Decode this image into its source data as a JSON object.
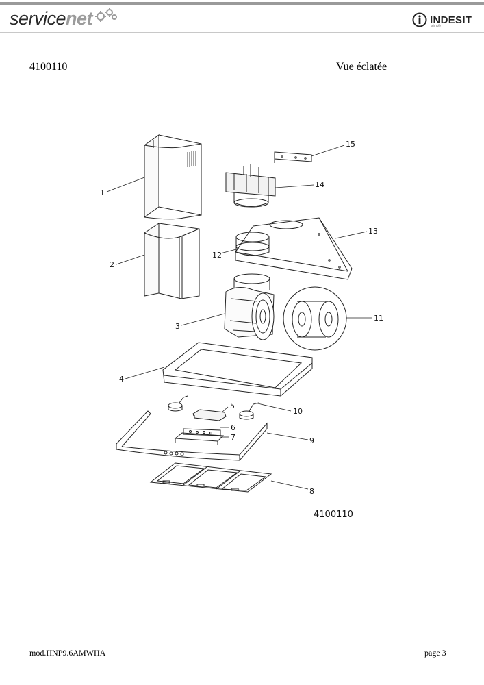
{
  "header": {
    "brand_left_main": "service",
    "brand_left_accent": "net",
    "brand_right": "INDESIT",
    "brand_right_sub": "simply"
  },
  "document": {
    "number": "4100110",
    "title": "Vue éclatée"
  },
  "diagram": {
    "callouts": [
      "1",
      "2",
      "3",
      "4",
      "5",
      "6",
      "7",
      "8",
      "9",
      "10",
      "11",
      "12",
      "13",
      "14",
      "15"
    ],
    "drawing_code": "4100110"
  },
  "footer": {
    "model": "mod.HNP9.6AMWHA",
    "page": "page 3"
  }
}
